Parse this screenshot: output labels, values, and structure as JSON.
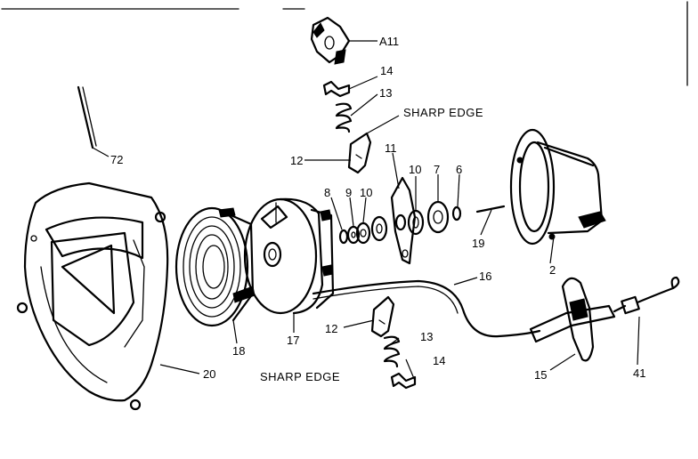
{
  "notes": {
    "sharp_edge_top": "SHARP EDGE",
    "sharp_edge_bottom": "SHARP EDGE"
  },
  "labels": {
    "p_a11": "A11",
    "p_14_top": "14",
    "p_13_top": "13",
    "p_12_top": "12",
    "p_11": "11",
    "p_10_a": "10",
    "p_7": "7",
    "p_6": "6",
    "p_8": "8",
    "p_9": "9",
    "p_10_b": "10",
    "p_19": "19",
    "p_2": "2",
    "p_72": "72",
    "p_16": "16",
    "p_12_bottom": "12",
    "p_13_bottom": "13",
    "p_14_bottom": "14",
    "p_17": "17",
    "p_18": "18",
    "p_20": "20",
    "p_15": "15",
    "p_41": "41"
  }
}
